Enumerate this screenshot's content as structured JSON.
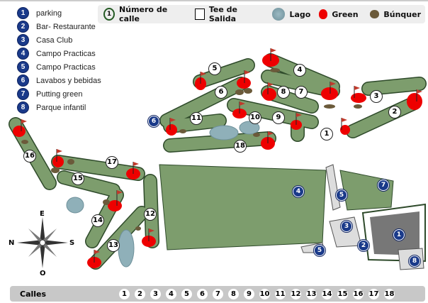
{
  "facilities": [
    {
      "num": "1",
      "label": "parking"
    },
    {
      "num": "2",
      "label": "Bar- Restaurante"
    },
    {
      "num": "3",
      "label": "Casa Club"
    },
    {
      "num": "4",
      "label": "Campo Practicas"
    },
    {
      "num": "5",
      "label": "Campo Practicas"
    },
    {
      "num": "6",
      "label": "Lavabos y bebidas"
    },
    {
      "num": "7",
      "label": "Putting green"
    },
    {
      "num": "8",
      "label": "Parque infantil"
    }
  ],
  "legend": {
    "hole_sample": "1",
    "hole": "Número de calle",
    "tee": "Tee de Salida",
    "lake": "Lago",
    "green": "Green",
    "bunker": "Búnquer"
  },
  "holes": [
    "1",
    "2",
    "3",
    "4",
    "5",
    "6",
    "7",
    "8",
    "9",
    "10",
    "11",
    "12",
    "13",
    "14",
    "15",
    "16",
    "17",
    "18"
  ],
  "compass": {
    "n": "N",
    "s": "S",
    "e": "E",
    "w": "O"
  },
  "footer": {
    "label": "Calles",
    "holes": [
      "1",
      "2",
      "3",
      "4",
      "5",
      "6",
      "7",
      "8",
      "9",
      "10",
      "11",
      "12",
      "13",
      "14",
      "15",
      "16",
      "17",
      "18"
    ]
  },
  "colors": {
    "fairway": "#7d9d6d",
    "green": "#e00000",
    "facility": "#1a3a8a",
    "lake": "#8fb0b9",
    "bunker": "#6b5a3a"
  }
}
